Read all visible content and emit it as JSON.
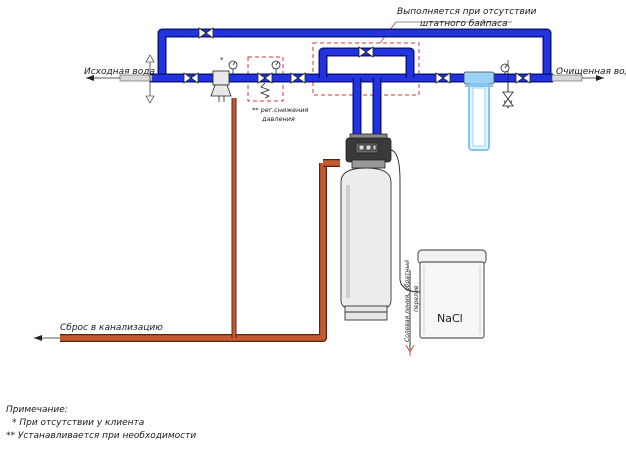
{
  "labels": {
    "inlet": "Исходная вода",
    "outlet": "Очищенная вода",
    "drain": "Сброс в канализацию",
    "bypass_note_line1": "Выполняется при отсутствии",
    "bypass_note_line2": "штатного байпаса",
    "regulator_note_line1": "** рег.снижения",
    "regulator_note_line2": "давления",
    "salt": "NaCl",
    "brine_line_line1": "Солевая линия, обратный",
    "brine_line_line2": "перелив",
    "mark_single": "*",
    "mark_double": "**"
  },
  "notes": {
    "title": "Примечание:",
    "items": [
      "*  При отсутствии у клиента",
      "** Устанавливается при необходимости"
    ]
  },
  "colors": {
    "main_pipe": "#1f2fd6",
    "drain_pipe": "#b5502a",
    "dashed_box": "#d43a3a",
    "filter_housing": "#7fc6f2",
    "tank": "#eeeeee",
    "outline": "#222222"
  }
}
